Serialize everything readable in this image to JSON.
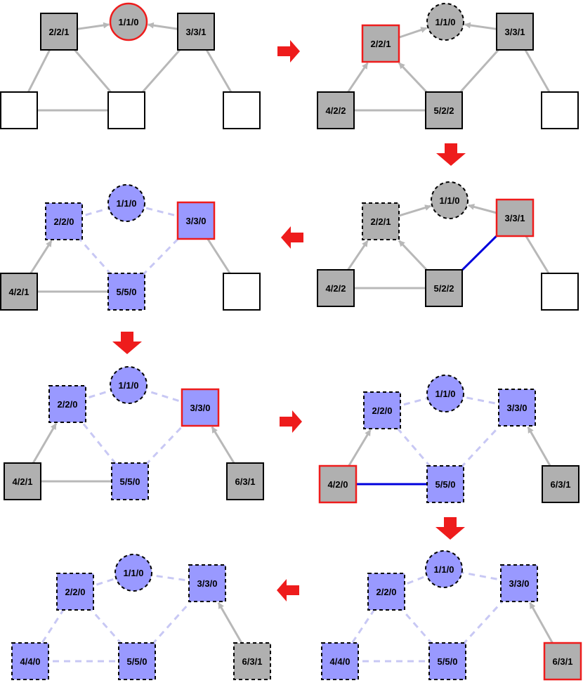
{
  "colors": {
    "gray": "#b0b0b0",
    "blue": "#9999ff",
    "white": "#ffffff",
    "red": "#ee1c1c",
    "edge_gray": "#b8b8b8",
    "edge_dashed": "#c8c8f4",
    "edge_blue": "#0000dd",
    "black": "#000000"
  },
  "panels": [
    {
      "id": "p1",
      "nodes": [
        {
          "id": "a",
          "label": "2/2/1",
          "shape": "square",
          "fill": "gray",
          "border": "solid"
        },
        {
          "id": "b",
          "label": "1/1/0",
          "shape": "circle",
          "fill": "gray",
          "border": "red"
        },
        {
          "id": "c",
          "label": "3/3/1",
          "shape": "square",
          "fill": "gray",
          "border": "solid"
        },
        {
          "id": "d",
          "label": "",
          "shape": "square",
          "fill": "white",
          "border": "solid"
        },
        {
          "id": "e",
          "label": "",
          "shape": "square",
          "fill": "white",
          "border": "solid"
        },
        {
          "id": "f",
          "label": "",
          "shape": "square",
          "fill": "white",
          "border": "solid"
        }
      ],
      "edges": [
        {
          "from": "a",
          "to": "b",
          "style": "arrow"
        },
        {
          "from": "c",
          "to": "b",
          "style": "arrow"
        },
        {
          "from": "d",
          "to": "a",
          "style": "solid"
        },
        {
          "from": "e",
          "to": "a",
          "style": "solid"
        },
        {
          "from": "d",
          "to": "e",
          "style": "solid"
        },
        {
          "from": "e",
          "to": "c",
          "style": "solid"
        },
        {
          "from": "f",
          "to": "c",
          "style": "solid"
        }
      ]
    },
    {
      "id": "p2",
      "nodes": [
        {
          "id": "a",
          "label": "2/2/1",
          "shape": "square",
          "fill": "gray",
          "border": "red"
        },
        {
          "id": "b",
          "label": "1/1/0",
          "shape": "circle",
          "fill": "gray",
          "border": "dashed"
        },
        {
          "id": "c",
          "label": "3/3/1",
          "shape": "square",
          "fill": "gray",
          "border": "solid"
        },
        {
          "id": "d",
          "label": "4/2/2",
          "shape": "square",
          "fill": "gray",
          "border": "solid"
        },
        {
          "id": "e",
          "label": "5/2/2",
          "shape": "square",
          "fill": "gray",
          "border": "solid"
        },
        {
          "id": "f",
          "label": "",
          "shape": "square",
          "fill": "white",
          "border": "solid"
        }
      ],
      "edges": [
        {
          "from": "a",
          "to": "b",
          "style": "arrow"
        },
        {
          "from": "c",
          "to": "b",
          "style": "arrow"
        },
        {
          "from": "d",
          "to": "a",
          "style": "arrow"
        },
        {
          "from": "e",
          "to": "a",
          "style": "arrow"
        },
        {
          "from": "d",
          "to": "e",
          "style": "solid"
        },
        {
          "from": "e",
          "to": "c",
          "style": "solid"
        },
        {
          "from": "f",
          "to": "c",
          "style": "solid"
        }
      ]
    },
    {
      "id": "p3",
      "nodes": [
        {
          "id": "a",
          "label": "2/2/1",
          "shape": "square",
          "fill": "gray",
          "border": "dashed"
        },
        {
          "id": "b",
          "label": "1/1/0",
          "shape": "circle",
          "fill": "gray",
          "border": "dashed"
        },
        {
          "id": "c",
          "label": "3/3/1",
          "shape": "square",
          "fill": "gray",
          "border": "red"
        },
        {
          "id": "d",
          "label": "4/2/2",
          "shape": "square",
          "fill": "gray",
          "border": "solid"
        },
        {
          "id": "e",
          "label": "5/2/2",
          "shape": "square",
          "fill": "gray",
          "border": "solid"
        },
        {
          "id": "f",
          "label": "",
          "shape": "square",
          "fill": "white",
          "border": "solid"
        }
      ],
      "edges": [
        {
          "from": "a",
          "to": "b",
          "style": "arrow"
        },
        {
          "from": "c",
          "to": "b",
          "style": "arrow"
        },
        {
          "from": "d",
          "to": "a",
          "style": "arrow"
        },
        {
          "from": "e",
          "to": "a",
          "style": "arrow"
        },
        {
          "from": "d",
          "to": "e",
          "style": "solid"
        },
        {
          "from": "e",
          "to": "c",
          "style": "blue"
        },
        {
          "from": "f",
          "to": "c",
          "style": "solid"
        }
      ]
    },
    {
      "id": "p4",
      "nodes": [
        {
          "id": "a",
          "label": "2/2/0",
          "shape": "square",
          "fill": "blue",
          "border": "dashed"
        },
        {
          "id": "b",
          "label": "1/1/0",
          "shape": "circle",
          "fill": "blue",
          "border": "dashed"
        },
        {
          "id": "c",
          "label": "3/3/0",
          "shape": "square",
          "fill": "blue",
          "border": "red"
        },
        {
          "id": "d",
          "label": "4/2/1",
          "shape": "square",
          "fill": "gray",
          "border": "solid"
        },
        {
          "id": "e",
          "label": "5/5/0",
          "shape": "square",
          "fill": "blue",
          "border": "dashed"
        },
        {
          "id": "f",
          "label": "",
          "shape": "square",
          "fill": "white",
          "border": "solid"
        }
      ],
      "edges": [
        {
          "from": "a",
          "to": "b",
          "style": "dashed"
        },
        {
          "from": "c",
          "to": "b",
          "style": "dashed"
        },
        {
          "from": "d",
          "to": "a",
          "style": "arrow"
        },
        {
          "from": "e",
          "to": "a",
          "style": "dashed"
        },
        {
          "from": "d",
          "to": "e",
          "style": "solid"
        },
        {
          "from": "e",
          "to": "c",
          "style": "dashed"
        },
        {
          "from": "f",
          "to": "c",
          "style": "solid"
        }
      ]
    },
    {
      "id": "p5",
      "nodes": [
        {
          "id": "a",
          "label": "2/2/0",
          "shape": "square",
          "fill": "blue",
          "border": "dashed"
        },
        {
          "id": "b",
          "label": "1/1/0",
          "shape": "circle",
          "fill": "blue",
          "border": "dashed"
        },
        {
          "id": "c",
          "label": "3/3/0",
          "shape": "square",
          "fill": "blue",
          "border": "red"
        },
        {
          "id": "d",
          "label": "4/2/1",
          "shape": "square",
          "fill": "gray",
          "border": "solid"
        },
        {
          "id": "e",
          "label": "5/5/0",
          "shape": "square",
          "fill": "blue",
          "border": "dashed"
        },
        {
          "id": "f",
          "label": "6/3/1",
          "shape": "square",
          "fill": "gray",
          "border": "solid"
        }
      ],
      "edges": [
        {
          "from": "a",
          "to": "b",
          "style": "dashed"
        },
        {
          "from": "c",
          "to": "b",
          "style": "dashed"
        },
        {
          "from": "d",
          "to": "a",
          "style": "arrow"
        },
        {
          "from": "e",
          "to": "a",
          "style": "dashed"
        },
        {
          "from": "d",
          "to": "e",
          "style": "solid"
        },
        {
          "from": "e",
          "to": "c",
          "style": "dashed"
        },
        {
          "from": "f",
          "to": "c",
          "style": "arrow"
        }
      ]
    },
    {
      "id": "p6",
      "nodes": [
        {
          "id": "a",
          "label": "2/2/0",
          "shape": "square",
          "fill": "blue",
          "border": "dashed"
        },
        {
          "id": "b",
          "label": "1/1/0",
          "shape": "circle",
          "fill": "blue",
          "border": "dashed"
        },
        {
          "id": "c",
          "label": "3/3/0",
          "shape": "square",
          "fill": "blue",
          "border": "dashed"
        },
        {
          "id": "d",
          "label": "4/2/0",
          "shape": "square",
          "fill": "gray",
          "border": "red"
        },
        {
          "id": "e",
          "label": "5/5/0",
          "shape": "square",
          "fill": "blue",
          "border": "dashed"
        },
        {
          "id": "f",
          "label": "6/3/1",
          "shape": "square",
          "fill": "gray",
          "border": "solid"
        }
      ],
      "edges": [
        {
          "from": "a",
          "to": "b",
          "style": "dashed"
        },
        {
          "from": "c",
          "to": "b",
          "style": "dashed"
        },
        {
          "from": "d",
          "to": "a",
          "style": "arrow"
        },
        {
          "from": "e",
          "to": "a",
          "style": "dashed"
        },
        {
          "from": "d",
          "to": "e",
          "style": "blue"
        },
        {
          "from": "e",
          "to": "c",
          "style": "dashed"
        },
        {
          "from": "f",
          "to": "c",
          "style": "arrow"
        }
      ]
    },
    {
      "id": "p7",
      "nodes": [
        {
          "id": "a",
          "label": "2/2/0",
          "shape": "square",
          "fill": "blue",
          "border": "dashed"
        },
        {
          "id": "b",
          "label": "1/1/0",
          "shape": "circle",
          "fill": "blue",
          "border": "dashed"
        },
        {
          "id": "c",
          "label": "3/3/0",
          "shape": "square",
          "fill": "blue",
          "border": "dashed"
        },
        {
          "id": "d",
          "label": "4/4/0",
          "shape": "square",
          "fill": "blue",
          "border": "dashed"
        },
        {
          "id": "e",
          "label": "5/5/0",
          "shape": "square",
          "fill": "blue",
          "border": "dashed"
        },
        {
          "id": "f",
          "label": "6/3/1",
          "shape": "square",
          "fill": "gray",
          "border": "red"
        }
      ],
      "edges": [
        {
          "from": "a",
          "to": "b",
          "style": "dashed"
        },
        {
          "from": "c",
          "to": "b",
          "style": "dashed"
        },
        {
          "from": "d",
          "to": "a",
          "style": "dashed"
        },
        {
          "from": "e",
          "to": "a",
          "style": "dashed"
        },
        {
          "from": "d",
          "to": "e",
          "style": "dashed"
        },
        {
          "from": "e",
          "to": "c",
          "style": "dashed"
        },
        {
          "from": "f",
          "to": "c",
          "style": "arrow"
        }
      ]
    },
    {
      "id": "p8",
      "nodes": [
        {
          "id": "a",
          "label": "2/2/0",
          "shape": "square",
          "fill": "blue",
          "border": "dashed"
        },
        {
          "id": "b",
          "label": "1/1/0",
          "shape": "circle",
          "fill": "blue",
          "border": "dashed"
        },
        {
          "id": "c",
          "label": "3/3/0",
          "shape": "square",
          "fill": "blue",
          "border": "dashed"
        },
        {
          "id": "d",
          "label": "4/4/0",
          "shape": "square",
          "fill": "blue",
          "border": "dashed"
        },
        {
          "id": "e",
          "label": "5/5/0",
          "shape": "square",
          "fill": "blue",
          "border": "dashed"
        },
        {
          "id": "f",
          "label": "6/3/1",
          "shape": "square",
          "fill": "gray",
          "border": "dashed"
        }
      ],
      "edges": [
        {
          "from": "a",
          "to": "b",
          "style": "dashed"
        },
        {
          "from": "c",
          "to": "b",
          "style": "dashed"
        },
        {
          "from": "d",
          "to": "a",
          "style": "dashed"
        },
        {
          "from": "e",
          "to": "a",
          "style": "dashed"
        },
        {
          "from": "d",
          "to": "e",
          "style": "dashed"
        },
        {
          "from": "e",
          "to": "c",
          "style": "dashed"
        },
        {
          "from": "f",
          "to": "c",
          "style": "arrow"
        }
      ]
    }
  ],
  "transitions": [
    {
      "from": "p1",
      "to": "p2",
      "direction": "right"
    },
    {
      "from": "p2",
      "to": "p3",
      "direction": "down"
    },
    {
      "from": "p3",
      "to": "p4",
      "direction": "left"
    },
    {
      "from": "p4",
      "to": "p5",
      "direction": "down"
    },
    {
      "from": "p5",
      "to": "p6",
      "direction": "right"
    },
    {
      "from": "p6",
      "to": "p7",
      "direction": "down"
    },
    {
      "from": "p7",
      "to": "p8",
      "direction": "left"
    }
  ]
}
